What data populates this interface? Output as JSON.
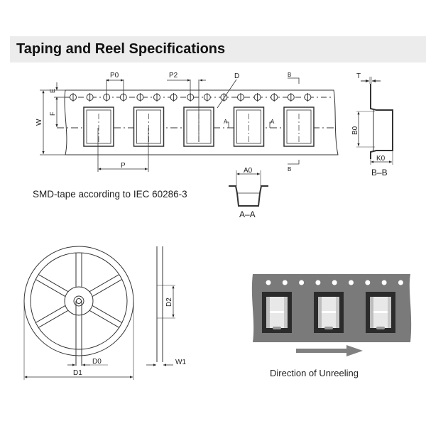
{
  "title": "Taping and Reel Specifications",
  "tape_caption": "SMD-tape according to IEC 60286-3",
  "unreeling_caption": "Direction of Unreeling",
  "tape_drawing": {
    "labels": {
      "p0": "P0",
      "p2": "P2",
      "d": "D",
      "e": "E",
      "f": "F",
      "w": "W",
      "p": "P",
      "section_a_left": "A",
      "section_a_right": "A",
      "section_b_top": "B",
      "section_b_bottom": "B"
    }
  },
  "section_bb": {
    "t": "T",
    "b0": "B0",
    "k0": "K0",
    "caption": "B–B"
  },
  "section_aa": {
    "a0": "A0",
    "caption": "A–A"
  },
  "reel_drawing": {
    "d0": "D0",
    "d1": "D1",
    "d2": "D2",
    "w1": "W1"
  },
  "colors": {
    "tape_photo": "#7a7a7a",
    "arrow": "#808080",
    "title_bar": "#ececec"
  }
}
